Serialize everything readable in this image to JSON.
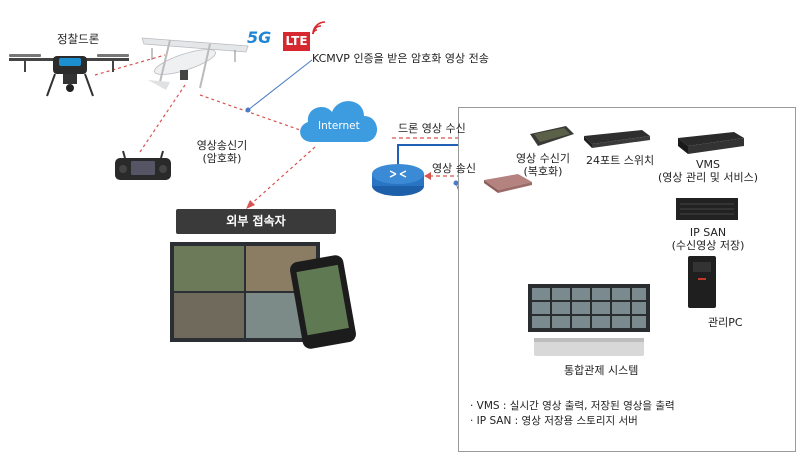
{
  "labels": {
    "patrol_drone": "정찰드론",
    "kcmvp": "KCMVP 인증을 받은 암호화 영상 전송",
    "transmitter_line1": "영상송신기",
    "transmitter_line2": "(암호화)",
    "internet": "Internet",
    "external_access": "외부 접속자",
    "drone_video_rx": "드론 영상 수신",
    "video_tx": "영상 송신",
    "receiver_line1": "영상 수신기",
    "receiver_line2": "(복호화)",
    "switch": "24포트 스위치",
    "vms_line1": "VMS",
    "vms_line2": "(영상 관리 및 서비스)",
    "ipsan_line1": "IP SAN",
    "ipsan_line2": "(수신영상 저장)",
    "mgmt_pc": "관리PC",
    "control_system": "통합관제 시스템",
    "badge_5g": "5G",
    "badge_lte": "LTE"
  },
  "notes": [
    "· VMS : 실시간 영상 출력, 저장된 영상을 출력",
    "· IP SAN : 영상 저장용 스토리지 서버"
  ],
  "colors": {
    "drone_link": "#d9534f",
    "network_blue": "#1f5fb5",
    "connector_green": "#a8c27a",
    "connector_blue": "#5b8fc7",
    "internet_cloud": "#3d9be0",
    "bar_dark": "#3a3a3a"
  },
  "icons": {
    "cloud": "cloud-icon",
    "router": "router-icon",
    "wifi": "wifi-signal-icon"
  }
}
